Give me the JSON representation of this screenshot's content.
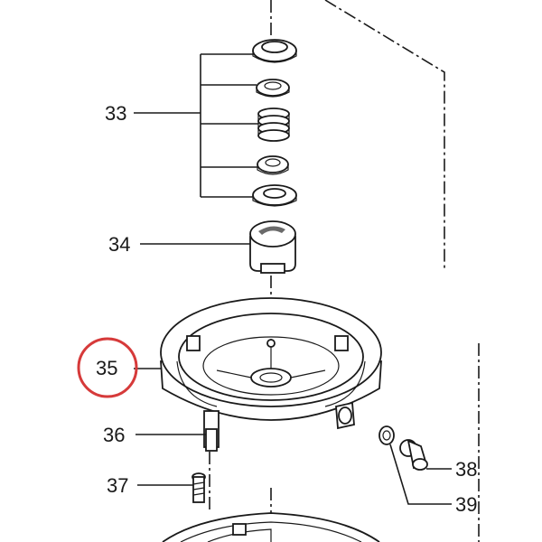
{
  "diagram": {
    "callouts": [
      {
        "id": "33",
        "label": "33"
      },
      {
        "id": "34",
        "label": "34"
      },
      {
        "id": "35",
        "label": "35",
        "highlight": true
      },
      {
        "id": "36",
        "label": "36"
      },
      {
        "id": "37",
        "label": "37"
      },
      {
        "id": "38",
        "label": "38"
      },
      {
        "id": "39",
        "label": "39"
      }
    ],
    "highlight_color": "#d63a3a",
    "line_color": "#1a1a1a"
  }
}
